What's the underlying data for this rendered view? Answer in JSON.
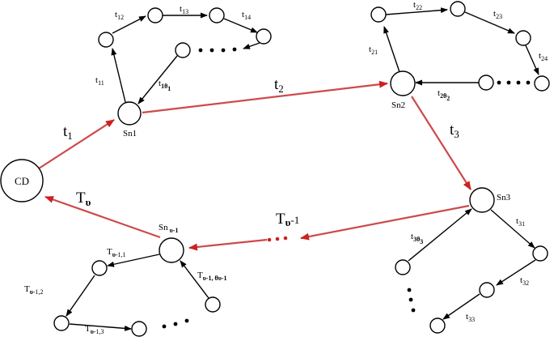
{
  "nodes": {
    "cd": "CD",
    "sn1": "Sn1",
    "sn2": "Sn2",
    "sn3": "Sn3",
    "snv_base": "Sn",
    "snv_sub": "υ-1"
  },
  "main_edges": {
    "t1": {
      "base": "t",
      "sub": "1"
    },
    "t2": {
      "base": "t",
      "sub": "2"
    },
    "t3": {
      "base": "t",
      "sub": "3"
    },
    "tv1": {
      "base": "T",
      "sub": "υ",
      "tail": "-1"
    },
    "tv": {
      "base": "T",
      "sub": "υ"
    }
  },
  "sub_edges": {
    "t11": {
      "base": "t",
      "sub": "11"
    },
    "t12": {
      "base": "t",
      "sub": "12"
    },
    "t13": {
      "base": "t",
      "sub": "13"
    },
    "t14": {
      "base": "t",
      "sub": "14"
    },
    "t1th": {
      "base": "t",
      "sub": "1θ",
      "sub2": "1"
    },
    "t21": {
      "base": "t",
      "sub": "21"
    },
    "t22": {
      "base": "t",
      "sub": "22"
    },
    "t23": {
      "base": "t",
      "sub": "23"
    },
    "t24": {
      "base": "t",
      "sub": "24"
    },
    "t2th": {
      "base": "t",
      "sub": "2θ",
      "sub2": "2"
    },
    "t31": {
      "base": "t",
      "sub": "31"
    },
    "t32": {
      "base": "t",
      "sub": "32"
    },
    "t33": {
      "base": "t",
      "sub": "33"
    },
    "t3th": {
      "base": "t",
      "sub": "3θ",
      "sub2": "3"
    },
    "tv11": {
      "base": "T",
      "sub": "υ",
      "tail": "-1,1"
    },
    "tv12": {
      "base": "T",
      "sub": "υ",
      "tail": "-1,2"
    },
    "tv13": {
      "base": "T",
      "sub": "υ",
      "tail": "-1,3"
    },
    "tvth": {
      "base": "T",
      "sub": "υ",
      "tail": "-1, θυ-1"
    }
  },
  "colors": {
    "main_edge": "#cc4a4a",
    "arrowhead_red": "#cc2222",
    "edge": "#000000",
    "background": "#ffffff"
  }
}
